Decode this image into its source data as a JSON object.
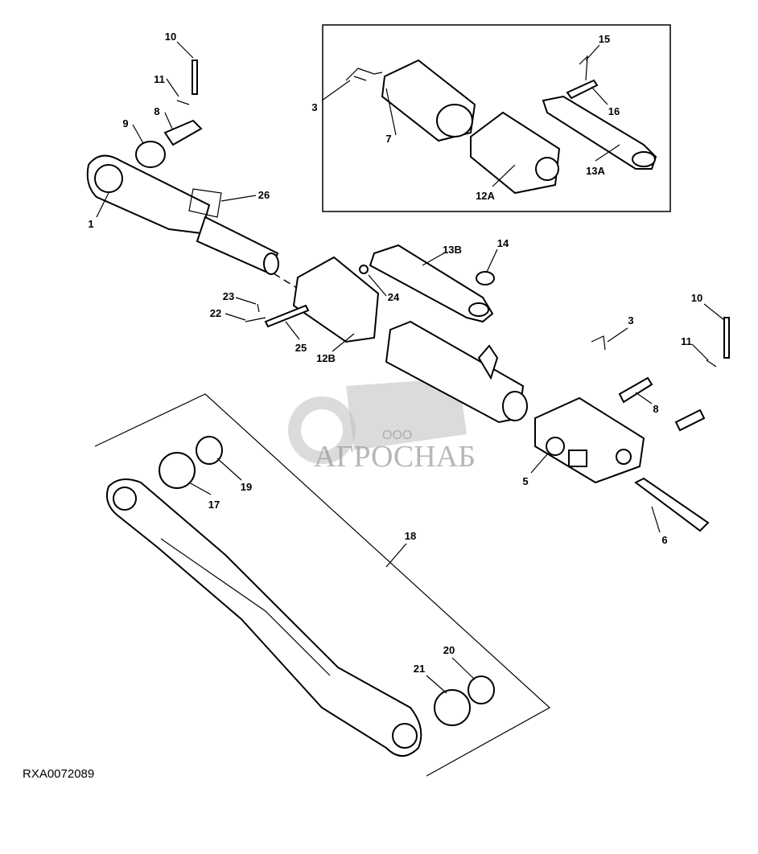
{
  "diagram": {
    "reference_code": "RXA0072089",
    "watermark": {
      "prefix": "ООО",
      "name": "АГРОСНАБ"
    },
    "callouts": {
      "c1": "1",
      "c3a": "3",
      "c3b": "3",
      "c5": "5",
      "c6": "6",
      "c7": "7",
      "c8a": "8",
      "c8b": "8",
      "c9": "9",
      "c10a": "10",
      "c10b": "10",
      "c11a": "11",
      "c11b": "11",
      "c12a": "12A",
      "c12b": "12B",
      "c13a": "13A",
      "c13b": "13B",
      "c14": "14",
      "c15": "15",
      "c16": "16",
      "c17": "17",
      "c18": "18",
      "c19": "19",
      "c20": "20",
      "c21": "21",
      "c22": "22",
      "c23": "23",
      "c24": "24",
      "c25": "25",
      "c26": "26"
    }
  }
}
